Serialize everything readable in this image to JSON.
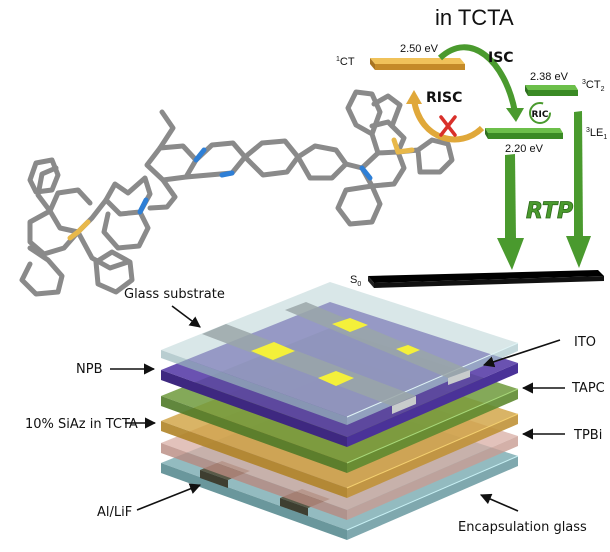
{
  "energy_diagram": {
    "title": "in TCTA",
    "levels": [
      {
        "state_sup": "1",
        "state": "CT",
        "state_sub": "",
        "energy": "2.50 eV",
        "color": "#e0a83a"
      },
      {
        "state_sup": "3",
        "state": "CT",
        "state_sub": "2",
        "energy": "2.38 eV",
        "color": "#4a9a2e"
      },
      {
        "state_sup": "3",
        "state": "LE",
        "state_sub": "1",
        "energy": "2.20 eV",
        "color": "#4a9a2e"
      },
      {
        "state": "S",
        "state_sub": "0",
        "color": "#111111"
      }
    ],
    "processes": {
      "isc": "ISC",
      "risc": "RISC",
      "ric": "RIC",
      "rtp": "RTP"
    },
    "blocked_mark_color": "#d9302a"
  },
  "device_stack": {
    "labels": {
      "glass_substrate": "Glass substrate",
      "ito": "ITO",
      "npb": "NPB",
      "tapc": "TAPC",
      "emitter": "10% SiAz in TCTA",
      "tpbi": "TPBi",
      "cathode": "Al/LiF",
      "encapsulation": "Encapsulation glass"
    },
    "layer_colors": {
      "glass": "#b9d3d6",
      "npb": "#5a3fa8",
      "tapc": "#6e9a3c",
      "emitter": "#d0a140",
      "tpbi": "#d8aea4",
      "encapsulation": "#7fa8ae",
      "ito": "#9aa6a8",
      "pixel": "#f4f03a",
      "cathode": "#4a4a3a"
    }
  },
  "molecule": {
    "carbon_color": "#8a8a8a",
    "nitrogen_color": "#2e7fd6",
    "silicon_color": "#e8b84a"
  }
}
